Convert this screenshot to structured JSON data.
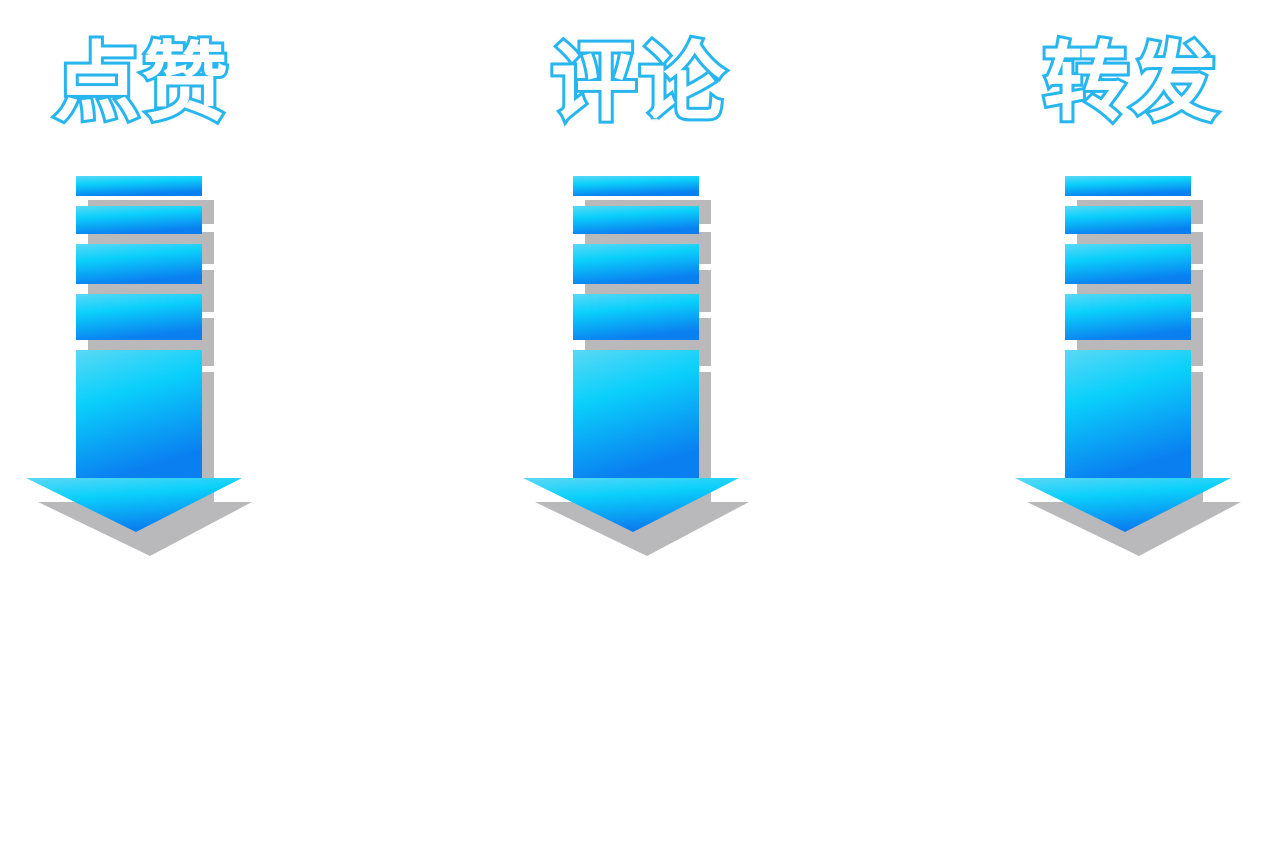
{
  "items": [
    {
      "label": "点赞",
      "icon": "down-arrow-icon"
    },
    {
      "label": "评论",
      "icon": "down-arrow-icon"
    },
    {
      "label": "转发",
      "icon": "down-arrow-icon"
    }
  ],
  "colors": {
    "arrow_top": "#5ad8f5",
    "arrow_mid": "#1ec8f8",
    "arrow_bottom": "#0a7ff0",
    "shadow": "#b9b9bb",
    "label_outline": "#29b6ee",
    "label_fill": "#ffffff"
  }
}
